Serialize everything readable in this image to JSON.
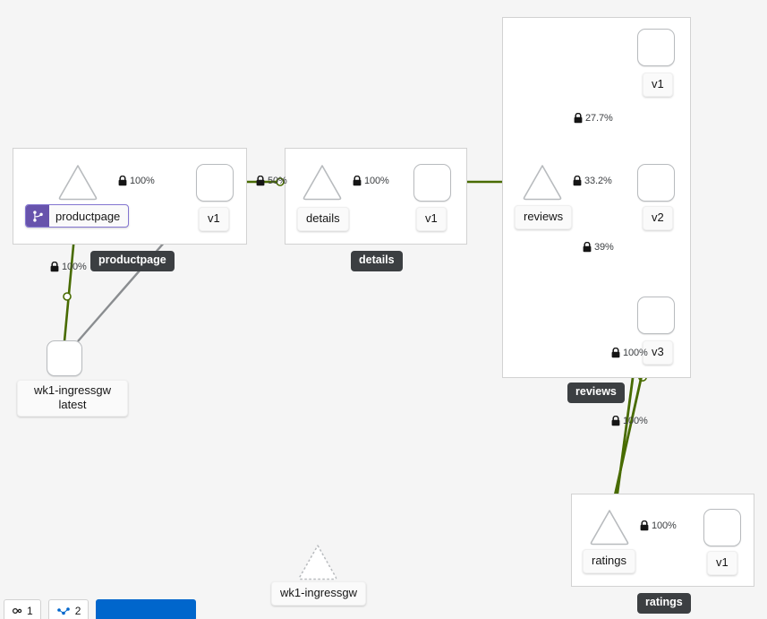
{
  "app": {
    "view": "service-mesh-graph",
    "background_color": "#f5f5f5",
    "edge_color_healthy": "#486b00",
    "edge_color_idle": "#8a8d90",
    "namespace_badge_color": "#3c3f42",
    "virtualservice_badge_color": "#6753ac"
  },
  "namespaces": [
    {
      "id": "productpage",
      "label": "productpage",
      "badge_label": "productpage"
    },
    {
      "id": "details",
      "label": "details",
      "badge_label": "details"
    },
    {
      "id": "reviews",
      "label": "reviews",
      "badge_label": "reviews"
    },
    {
      "id": "ratings",
      "label": "ratings",
      "badge_label": "ratings"
    }
  ],
  "nodes": [
    {
      "id": "ingressgw",
      "type": "workload",
      "label_line1": "wk1-ingressgw",
      "label_line2": "latest"
    },
    {
      "id": "svc-productpage",
      "type": "service",
      "label": "productpage",
      "badge_icon": "code-branch-icon",
      "has_virtualservice": true
    },
    {
      "id": "wl-productpage-v1",
      "type": "workload",
      "label": "v1"
    },
    {
      "id": "svc-details",
      "type": "service",
      "label": "details"
    },
    {
      "id": "wl-details-v1",
      "type": "workload",
      "label": "v1"
    },
    {
      "id": "svc-reviews",
      "type": "service",
      "label": "reviews"
    },
    {
      "id": "wl-reviews-v1",
      "type": "workload",
      "label": "v1"
    },
    {
      "id": "wl-reviews-v2",
      "type": "workload",
      "label": "v2"
    },
    {
      "id": "wl-reviews-v3",
      "type": "workload",
      "label": "v3"
    },
    {
      "id": "svc-ratings",
      "type": "service",
      "label": "ratings"
    },
    {
      "id": "wl-ratings-v1",
      "type": "workload",
      "label": "v1"
    },
    {
      "id": "svc-wk1-ingressgw-idle",
      "type": "service",
      "label": "wk1-ingressgw",
      "idle": true
    }
  ],
  "edges": [
    {
      "id": "e-ingress-productpage",
      "from": "ingressgw",
      "to": "svc-productpage",
      "label": "100%",
      "mtls": true,
      "status": "healthy"
    },
    {
      "id": "e-ingress-productpage-v1",
      "from": "ingressgw",
      "to": "wl-productpage-v1",
      "label": "",
      "mtls": false,
      "status": "idle"
    },
    {
      "id": "e-productpage-v1",
      "from": "svc-productpage",
      "to": "wl-productpage-v1",
      "label": "100%",
      "mtls": true,
      "status": "healthy"
    },
    {
      "id": "e-productpage-details",
      "from": "wl-productpage-v1",
      "to": "svc-details",
      "label": "50%",
      "mtls": true,
      "status": "healthy"
    },
    {
      "id": "e-details-v1",
      "from": "svc-details",
      "to": "wl-details-v1",
      "label": "100%",
      "mtls": true,
      "status": "healthy"
    },
    {
      "id": "e-productpage-reviews",
      "from": "wl-productpage-v1",
      "to": "svc-reviews",
      "label": "",
      "mtls": false,
      "status": "healthy"
    },
    {
      "id": "e-reviews-v1",
      "from": "svc-reviews",
      "to": "wl-reviews-v1",
      "label": "27.7%",
      "mtls": true,
      "status": "healthy"
    },
    {
      "id": "e-reviews-v2",
      "from": "svc-reviews",
      "to": "wl-reviews-v2",
      "label": "33.2%",
      "mtls": true,
      "status": "healthy"
    },
    {
      "id": "e-reviews-v3",
      "from": "svc-reviews",
      "to": "wl-reviews-v3",
      "label": "39%",
      "mtls": true,
      "status": "healthy"
    },
    {
      "id": "e-reviews-v2-ratings",
      "from": "wl-reviews-v2",
      "to": "svc-ratings",
      "label": "100%",
      "mtls": true,
      "status": "healthy"
    },
    {
      "id": "e-reviews-v3-ratings",
      "from": "wl-reviews-v3",
      "to": "svc-ratings",
      "label": "100%",
      "mtls": true,
      "status": "healthy"
    },
    {
      "id": "e-ratings-v1",
      "from": "svc-ratings",
      "to": "wl-ratings-v1",
      "label": "100%",
      "mtls": true,
      "status": "healthy"
    }
  ],
  "edge_labels": {
    "ingress_to_productpage": "100%",
    "productpage_to_v1": "100%",
    "productpage_v1_to_details": "50%",
    "details_to_v1": "100%",
    "reviews_to_v1": "27.7%",
    "reviews_to_v2": "33.2%",
    "reviews_to_v3": "39%",
    "reviews_v3_to_ratings": "100%",
    "reviews_v2_to_ratings": "100%",
    "ratings_to_v1": "100%"
  },
  "node_labels": {
    "ingressgw_line1": "wk1-ingressgw",
    "ingressgw_line2": "latest",
    "productpage_service": "productpage",
    "productpage_v1": "v1",
    "details_service": "details",
    "details_v1": "v1",
    "reviews_service": "reviews",
    "reviews_v1": "v1",
    "reviews_v2": "v2",
    "reviews_v3": "v3",
    "ratings_service": "ratings",
    "ratings_v1": "v1",
    "idle_ingressgw_service": "wk1-ingressgw"
  },
  "bottom_toolbar": {
    "chip_left_label": "1",
    "chip_mid_label": "2",
    "primary_button_label": ""
  }
}
